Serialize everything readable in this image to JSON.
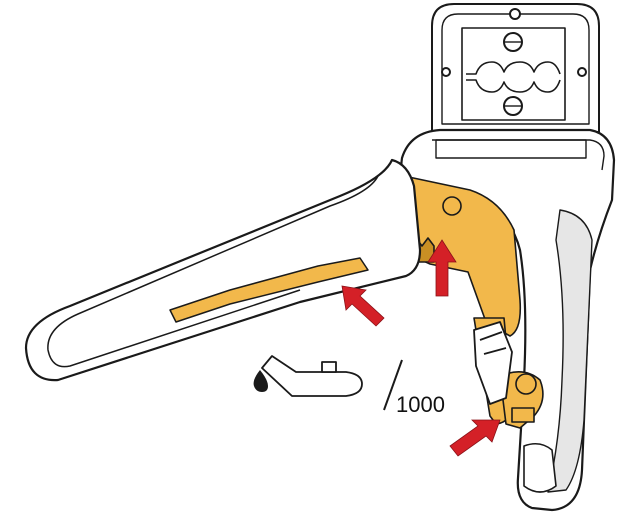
{
  "diagram": {
    "lubrication_interval": "1000",
    "colors": {
      "outline": "#1a1a1a",
      "housing_fill": "#ffffff",
      "housing_shade": "#e6e6e6",
      "mechanism": "#f2b84b",
      "mechanism_dark": "#c98f24",
      "arrow": "#d42027"
    },
    "icons": [
      "oil-can-icon",
      "oil-drop-icon"
    ],
    "arrows": [
      {
        "name": "lubrication-arrow-lever",
        "direction": "up-left"
      },
      {
        "name": "lubrication-arrow-ratchet",
        "direction": "up"
      },
      {
        "name": "lubrication-arrow-pivot",
        "direction": "up-right"
      }
    ]
  }
}
